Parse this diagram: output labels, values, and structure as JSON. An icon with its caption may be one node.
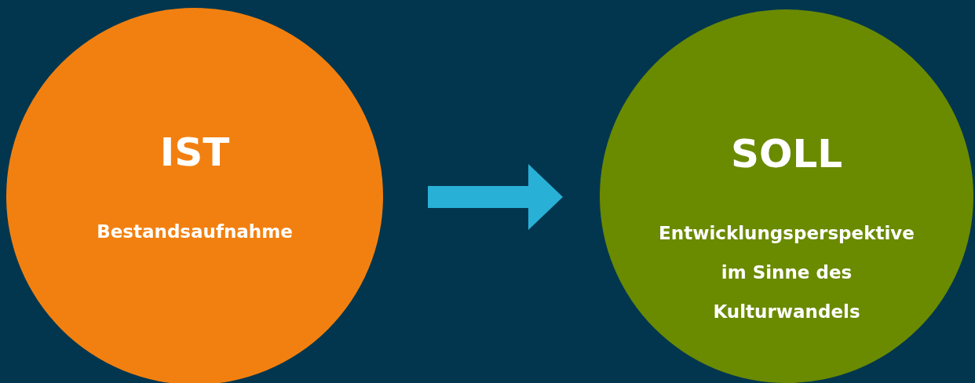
{
  "diagram": {
    "nodes": [
      {
        "text": [
          "IST",
          "Bestandsaufnahme"
        ]
      },
      {
        "text": [
          "SOLL",
          "Entwicklungsperspektive im Sinne des Kulturwandels"
        ]
      }
    ],
    "edges": [
      {
        "from": 0,
        "to": 1,
        "arrow": "to"
      }
    ]
  }
}
